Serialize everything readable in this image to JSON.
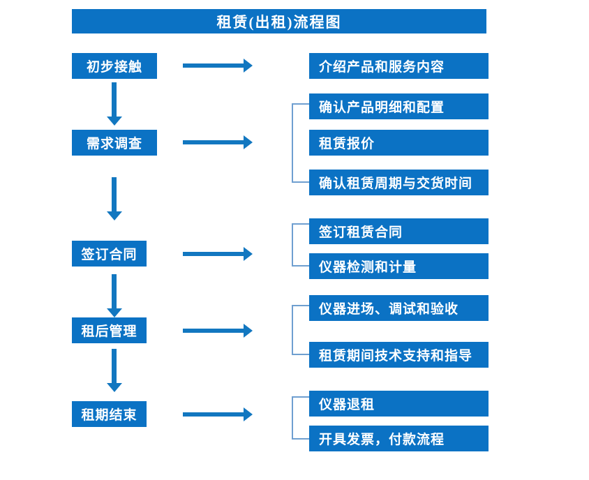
{
  "diagram": {
    "type": "flowchart",
    "title": "租赁(出租)流程图",
    "colors": {
      "box_fill": "#0b72c4",
      "box_text": "#ffffff",
      "arrow": "#1277c0",
      "bracket": "#6f9fd0",
      "background": "#ffffff"
    },
    "stages": [
      {
        "id": "stage-1",
        "label": "初步接触"
      },
      {
        "id": "stage-2",
        "label": "需求调查"
      },
      {
        "id": "stage-3",
        "label": "签订合同"
      },
      {
        "id": "stage-4",
        "label": "租后管理"
      },
      {
        "id": "stage-5",
        "label": "租期结束"
      }
    ],
    "details": [
      {
        "id": "detail-1-1",
        "label": "介绍产品和服务内容"
      },
      {
        "id": "detail-2-1",
        "label": "确认产品明细和配置"
      },
      {
        "id": "detail-2-2",
        "label": "租赁报价"
      },
      {
        "id": "detail-2-3",
        "label": "确认租赁周期与交货时间"
      },
      {
        "id": "detail-3-1",
        "label": "签订租赁合同"
      },
      {
        "id": "detail-3-2",
        "label": "仪器检测和计量"
      },
      {
        "id": "detail-4-1",
        "label": "仪器进场、调试和验收"
      },
      {
        "id": "detail-4-2",
        "label": "租赁期间技术支持和指导"
      },
      {
        "id": "detail-5-1",
        "label": "仪器退租"
      },
      {
        "id": "detail-5-2",
        "label": "开具发票，付款流程"
      }
    ]
  }
}
